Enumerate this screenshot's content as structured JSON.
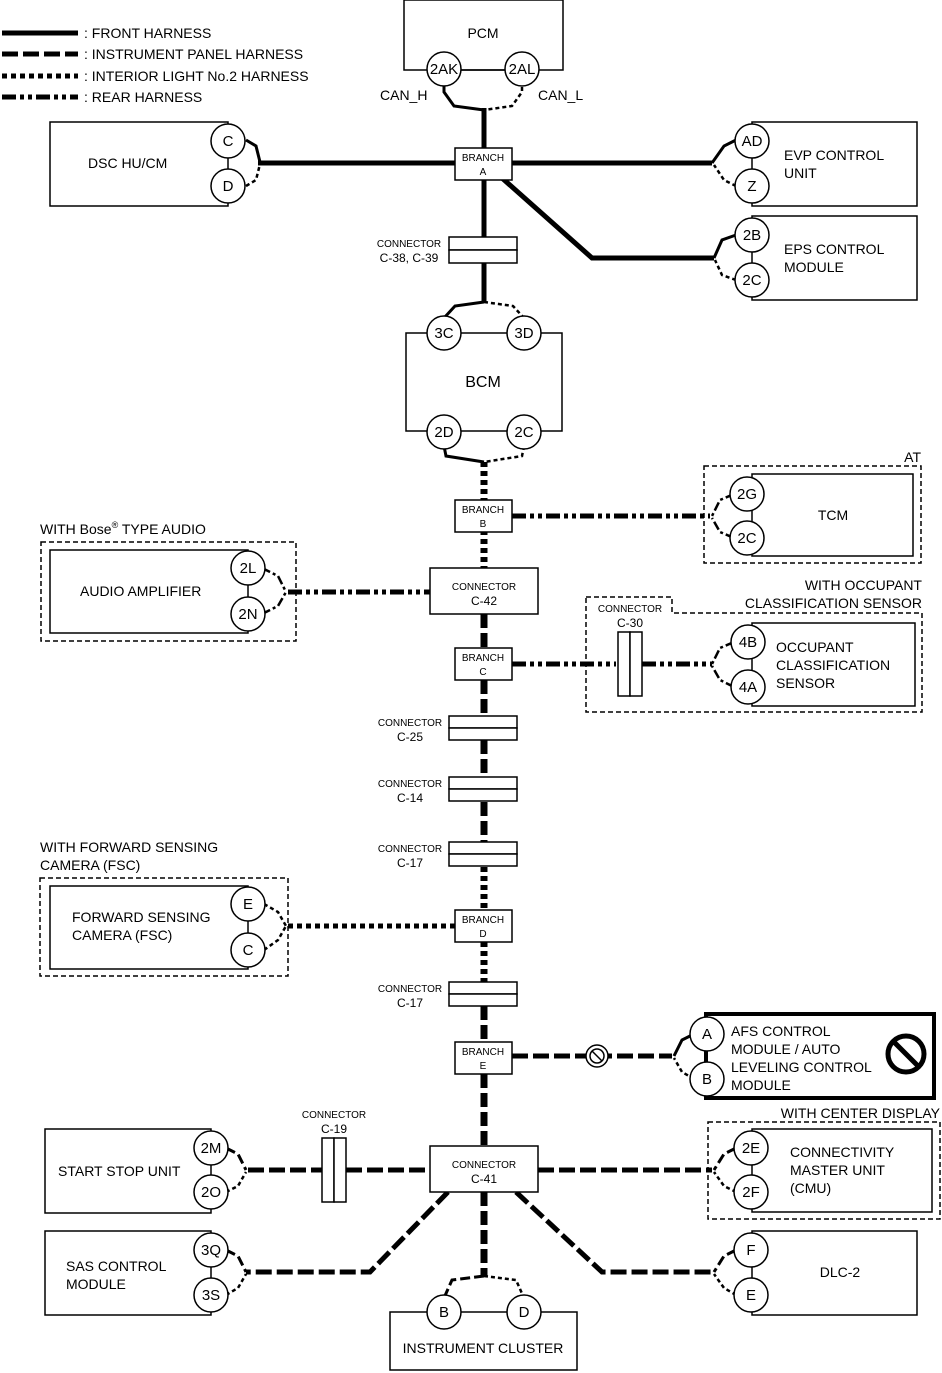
{
  "legend": [
    {
      "style": "front",
      "label": ": FRONT HARNESS"
    },
    {
      "style": "ip",
      "label": ": INSTRUMENT PANEL HARNESS"
    },
    {
      "style": "interior",
      "label": ": INTERIOR LIGHT No.2 HARNESS"
    },
    {
      "style": "rear",
      "label": ": REAR HARNESS"
    }
  ],
  "modules": {
    "pcm": {
      "name": "PCM",
      "pins": [
        "2AK",
        "2AL"
      ],
      "signals": [
        "CAN_H",
        "CAN_L"
      ]
    },
    "dsc": {
      "name": "DSC HU/CM",
      "pins": [
        "C",
        "D"
      ]
    },
    "evp": {
      "name_lines": [
        "EVP CONTROL",
        "UNIT"
      ],
      "pins": [
        "AD",
        "Z"
      ]
    },
    "eps": {
      "name_lines": [
        "EPS CONTROL",
        "MODULE"
      ],
      "pins": [
        "2B",
        "2C"
      ]
    },
    "bcm": {
      "name": "BCM",
      "pins_top": [
        "3C",
        "3D"
      ],
      "pins_bottom": [
        "2D",
        "2C"
      ]
    },
    "tcm": {
      "name": "TCM",
      "pins": [
        "2G",
        "2C"
      ],
      "group_label": "AT"
    },
    "audio": {
      "name": "AUDIO AMPLIFIER",
      "pins": [
        "2L",
        "2N"
      ],
      "group_label": "WITH Bose",
      "group_label_sup": "®",
      "group_label_suffix": " TYPE AUDIO"
    },
    "ocs": {
      "name_lines": [
        "OCCUPANT",
        "CLASSIFICATION",
        "SENSOR"
      ],
      "pins": [
        "4B",
        "4A"
      ],
      "group_label_lines": [
        "WITH OCCUPANT",
        "CLASSIFICATION SENSOR"
      ]
    },
    "fsc": {
      "name_lines": [
        "FORWARD SENSING",
        "CAMERA (FSC)"
      ],
      "pins": [
        "E",
        "C"
      ],
      "group_label_lines": [
        "WITH FORWARD SENSING",
        "CAMERA (FSC)"
      ]
    },
    "afs": {
      "name_lines": [
        "AFS CONTROL",
        "MODULE / AUTO",
        "LEVELING CONTROL",
        "MODULE"
      ],
      "pins": [
        "A",
        "B"
      ]
    },
    "ssu": {
      "name": "START STOP UNIT",
      "pins": [
        "2M",
        "2O"
      ]
    },
    "cmu": {
      "name_lines": [
        "CONNECTIVITY",
        "MASTER UNIT",
        "(CMU)"
      ],
      "pins": [
        "2E",
        "2F"
      ],
      "group_label": "WITH CENTER DISPLAY"
    },
    "sas": {
      "name_lines": [
        "SAS CONTROL",
        "MODULE"
      ],
      "pins": [
        "3Q",
        "3S"
      ]
    },
    "dlc": {
      "name": "DLC-2",
      "pins": [
        "F",
        "E"
      ]
    },
    "cluster": {
      "name": "INSTRUMENT CLUSTER",
      "pins": [
        "B",
        "D"
      ]
    }
  },
  "branches": {
    "a": [
      "BRANCH",
      "A"
    ],
    "b": [
      "BRANCH",
      "B"
    ],
    "c": [
      "BRANCH",
      "C"
    ],
    "d": [
      "BRANCH",
      "D"
    ],
    "e": [
      "BRANCH",
      "E"
    ]
  },
  "connectors": {
    "c38": [
      "CONNECTOR",
      "C-38, C-39"
    ],
    "c42": [
      "CONNECTOR",
      "C-42"
    ],
    "c30": [
      "CONNECTOR",
      "C-30"
    ],
    "c25": [
      "CONNECTOR",
      "C-25"
    ],
    "c14": [
      "CONNECTOR",
      "C-14"
    ],
    "c17a": [
      "CONNECTOR",
      "C-17"
    ],
    "c17b": [
      "CONNECTOR",
      "C-17"
    ],
    "c19": [
      "CONNECTOR",
      "C-19"
    ],
    "c41": [
      "CONNECTOR",
      "C-41"
    ]
  }
}
